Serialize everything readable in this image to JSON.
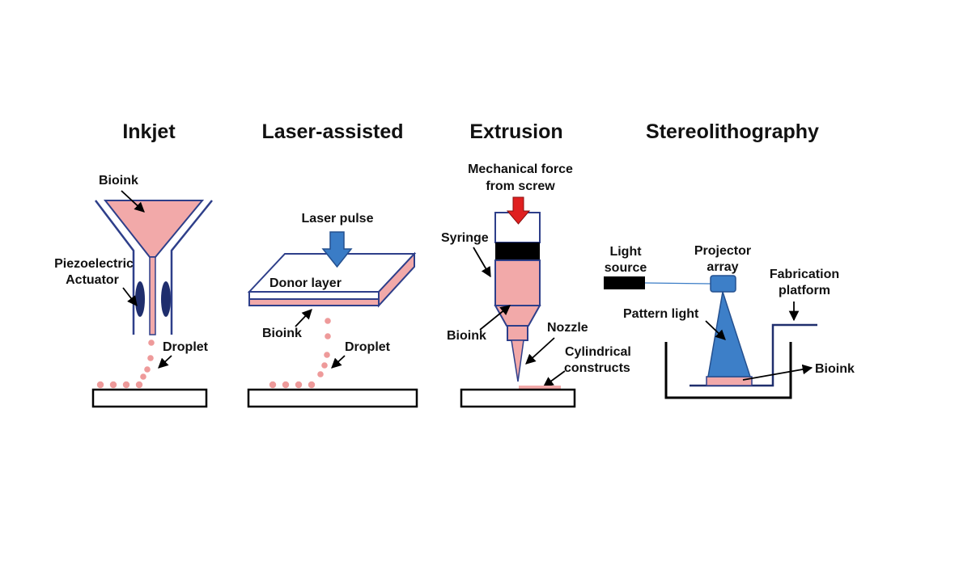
{
  "colors": {
    "bioink": "#f2a9a9",
    "bioink_dot": "#ee9a9a",
    "outline_blue": "#2e3f8a",
    "arrow_blue": "#3a7cc6",
    "projector_blue": "#3d7fc8",
    "actuator_navy": "#1f2e6d",
    "force_red": "#e02020",
    "black": "#000000"
  },
  "panels": {
    "inkjet": {
      "title": "Inkjet",
      "labels": {
        "bioink": "Bioink",
        "actuator_line1": "Piezoelectric",
        "actuator_line2": "Actuator",
        "droplet": "Droplet"
      }
    },
    "laser": {
      "title": "Laser-assisted",
      "labels": {
        "laser_pulse": "Laser pulse",
        "donor_layer": "Donor layer",
        "bioink": "Bioink",
        "droplet": "Droplet"
      }
    },
    "extrusion": {
      "title": "Extrusion",
      "labels": {
        "force_line1": "Mechanical force",
        "force_line2": "from screw",
        "syringe": "Syringe",
        "bioink": "Bioink",
        "nozzle": "Nozzle",
        "constructs_line1": "Cylindrical",
        "constructs_line2": "constructs"
      }
    },
    "sla": {
      "title": "Stereolithography",
      "labels": {
        "light_line1": "Light",
        "light_line2": "source",
        "projector_line1": "Projector",
        "projector_line2": "array",
        "fabrication_line1": "Fabrication",
        "fabrication_line2": "platform",
        "pattern_light": "Pattern light",
        "bioink": "Bioink"
      }
    }
  }
}
